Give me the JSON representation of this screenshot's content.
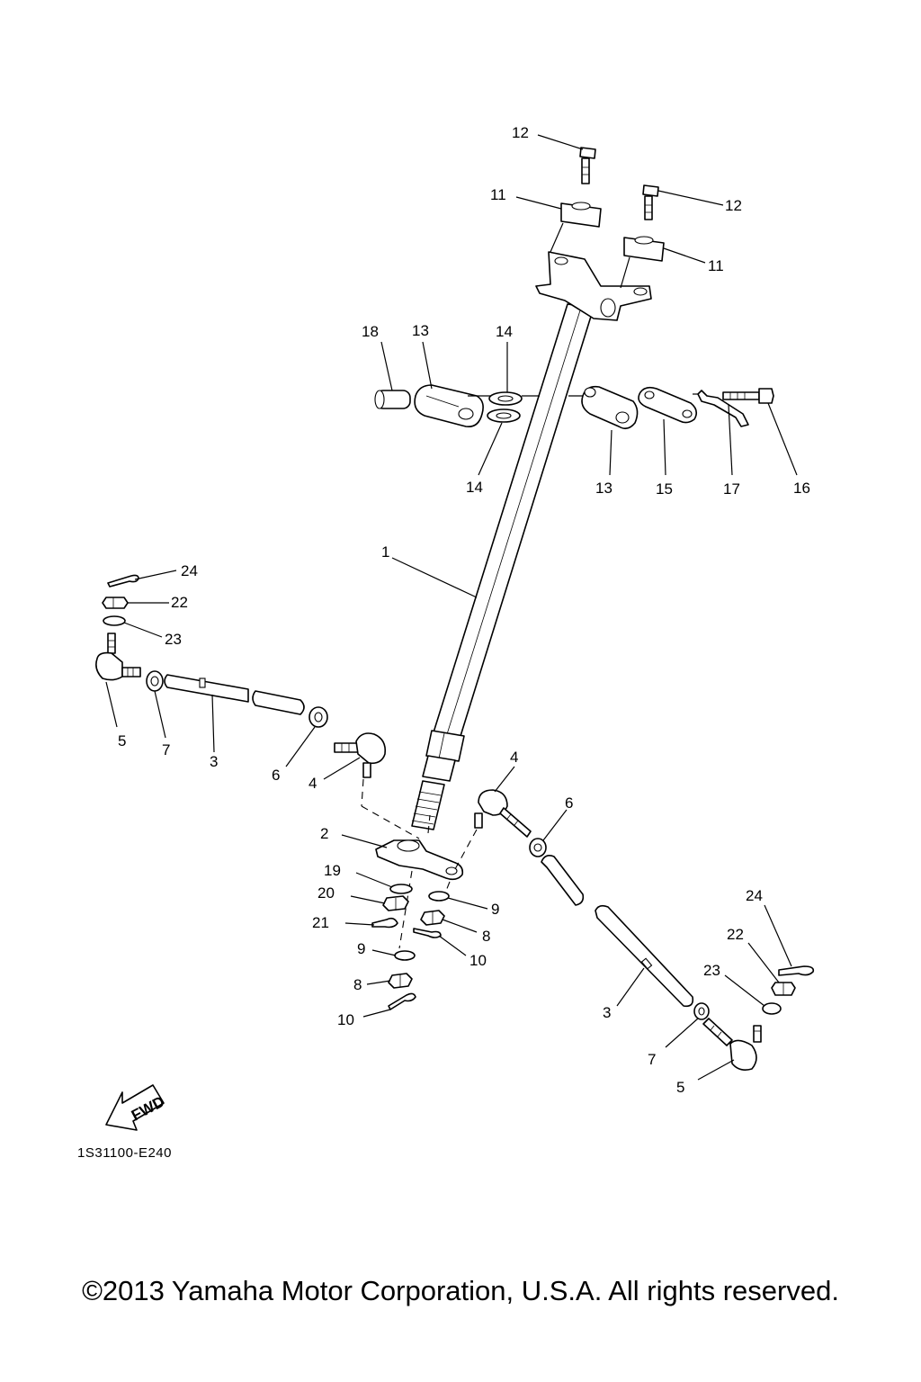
{
  "diagram_code": "1S31100-E240",
  "copyright": "©2013 Yamaha Motor Corporation, U.S.A. All rights reserved.",
  "fwd_label": "FWD",
  "callouts": {
    "c12a": "12",
    "c11a": "11",
    "c12b": "12",
    "c11b": "11",
    "c18": "18",
    "c13a": "13",
    "c14a": "14",
    "c14b": "14",
    "c13b": "13",
    "c15": "15",
    "c17": "17",
    "c16": "16",
    "c1": "1",
    "c24a": "24",
    "c22a": "22",
    "c23a": "23",
    "c5a": "5",
    "c7a": "7",
    "c3a": "3",
    "c6a": "6",
    "c4a": "4",
    "c2": "2",
    "c19": "19",
    "c20": "20",
    "c21": "21",
    "c9a": "9",
    "c8a": "8",
    "c10a": "10",
    "c9b": "9",
    "c8b": "8",
    "c10b": "10",
    "c4b": "4",
    "c6b": "6",
    "c3b": "3",
    "c24b": "24",
    "c22b": "22",
    "c23b": "23",
    "c7b": "7",
    "c5b": "5"
  }
}
